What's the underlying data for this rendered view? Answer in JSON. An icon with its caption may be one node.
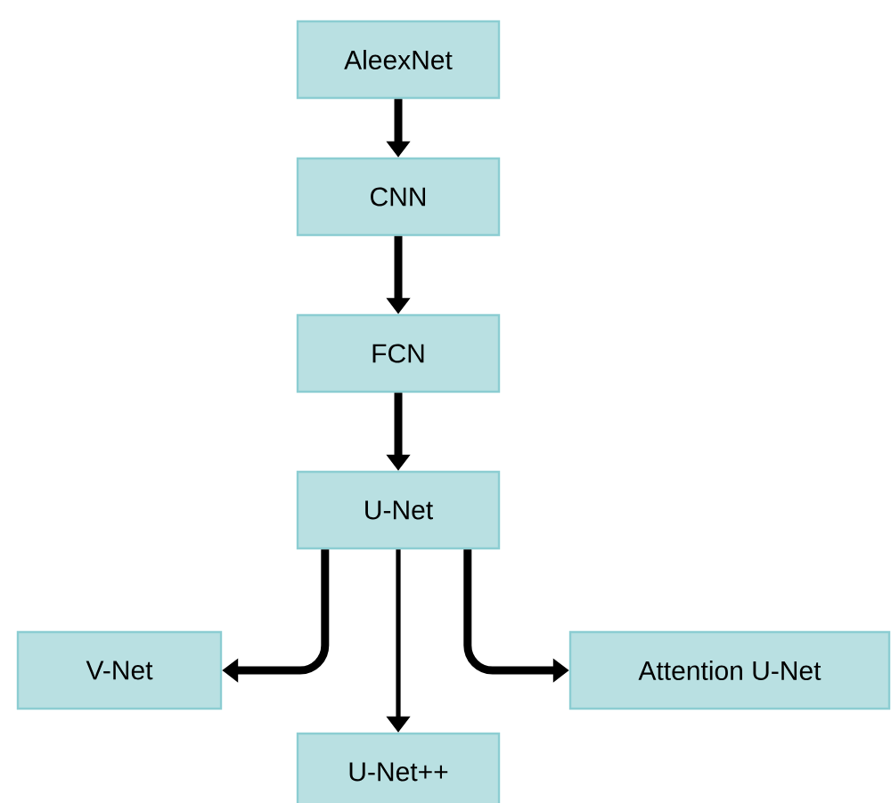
{
  "diagram": {
    "nodes": [
      {
        "text": [
          "AleexNet"
        ]
      },
      {
        "text": [
          "CNN"
        ]
      },
      {
        "text": [
          "FCN"
        ]
      },
      {
        "text": [
          "U-Net"
        ]
      },
      {
        "text": [
          "V-Net"
        ]
      },
      {
        "text": [
          "U-Net++"
        ]
      },
      {
        "text": [
          "Attention U-Net"
        ]
      }
    ],
    "edges": [
      {
        "from": 0,
        "to": 1,
        "arrow": "to"
      },
      {
        "from": 1,
        "to": 2,
        "arrow": "to"
      },
      {
        "from": 2,
        "to": 3,
        "arrow": "to"
      },
      {
        "from": 3,
        "to": 4,
        "arrow": "to"
      },
      {
        "from": 3,
        "to": 5,
        "arrow": "to"
      },
      {
        "from": 3,
        "to": 6,
        "arrow": "to"
      }
    ]
  }
}
